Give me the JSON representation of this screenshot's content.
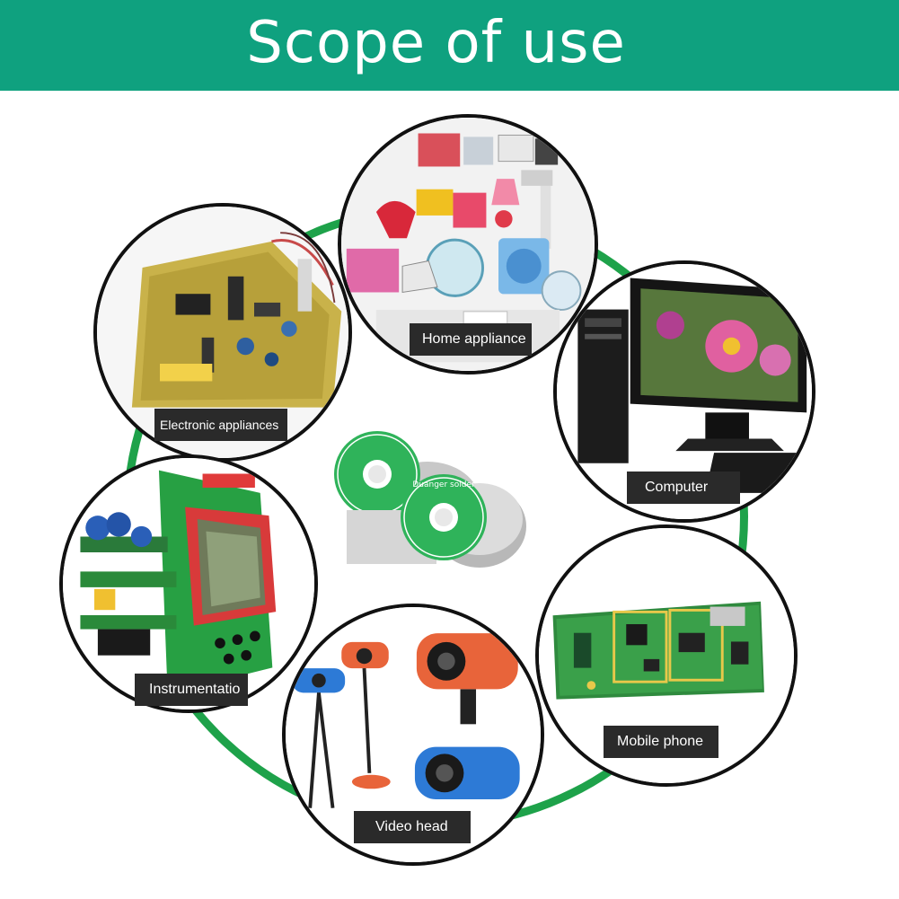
{
  "header": {
    "title": "Scope of use"
  },
  "spool": {
    "brand": "Duanger solder"
  },
  "items": [
    {
      "id": "home-appliance",
      "label": "Home appliance",
      "icon": "home-appliance-photo"
    },
    {
      "id": "electronic-appliances",
      "label": "Electronic appliances",
      "icon": "circuit-board-photo"
    },
    {
      "id": "computer",
      "label": "Computer",
      "icon": "computer-monitor-photo"
    },
    {
      "id": "instrumentation",
      "label": "Instrumentatio",
      "icon": "instrument-panel-photo"
    },
    {
      "id": "mobile-phone",
      "label": "Mobile phone",
      "icon": "phone-board-photo"
    },
    {
      "id": "video-head",
      "label": "Video head",
      "icon": "webcam-photo"
    }
  ],
  "colors": {
    "banner": "#0fa17f",
    "ring": "#1ea24a",
    "spool": "#2fb35a",
    "label_bg": "#2a2a2a"
  }
}
